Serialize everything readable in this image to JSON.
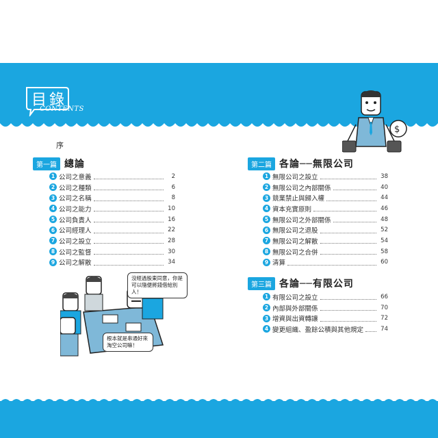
{
  "header": {
    "title": "目錄",
    "subtitle": "CONTENTS"
  },
  "preface": "序",
  "parts": [
    {
      "badge": "第一篇",
      "title": "總論",
      "items": [
        {
          "n": "1",
          "label": "公司之意義",
          "page": "2"
        },
        {
          "n": "2",
          "label": "公司之種類",
          "page": "6"
        },
        {
          "n": "3",
          "label": "公司之名稱",
          "page": "8"
        },
        {
          "n": "4",
          "label": "公司之能力",
          "page": "10"
        },
        {
          "n": "5",
          "label": "公司負責人",
          "page": "16"
        },
        {
          "n": "6",
          "label": "公司經理人",
          "page": "22"
        },
        {
          "n": "7",
          "label": "公司之設立",
          "page": "28"
        },
        {
          "n": "8",
          "label": "公司之監督",
          "page": "30"
        },
        {
          "n": "9",
          "label": "公司之解散",
          "page": "34"
        }
      ]
    },
    {
      "badge": "第二篇",
      "title": "各論──無限公司",
      "items": [
        {
          "n": "1",
          "label": "無限公司之設立",
          "page": "38"
        },
        {
          "n": "2",
          "label": "無限公司之內部關係",
          "page": "40"
        },
        {
          "n": "3",
          "label": "競業禁止與歸入權",
          "page": "44"
        },
        {
          "n": "4",
          "label": "資本充實原則",
          "page": "46"
        },
        {
          "n": "5",
          "label": "無限公司之外部關係",
          "page": "48"
        },
        {
          "n": "6",
          "label": "無限公司之退股",
          "page": "52"
        },
        {
          "n": "7",
          "label": "無限公司之解散",
          "page": "54"
        },
        {
          "n": "8",
          "label": "無限公司之合併",
          "page": "58"
        },
        {
          "n": "9",
          "label": "清算",
          "page": "60"
        }
      ]
    },
    {
      "badge": "第三篇",
      "title": "各論──有限公司",
      "items": [
        {
          "n": "1",
          "label": "有限公司之設立",
          "page": "66"
        },
        {
          "n": "2",
          "label": "內部與外部關係",
          "page": "70"
        },
        {
          "n": "3",
          "label": "增資與出資轉讓",
          "page": "72"
        },
        {
          "n": "4",
          "label": "變更組織、盈餘公積與其他規定",
          "page": "74"
        }
      ]
    }
  ],
  "bubbles": {
    "top": "沒經過股東同意，你是可以隨便將錢借給別人！",
    "bottom": "根本就是串通好來淘空公司嘛！"
  },
  "colors": {
    "accent": "#1ba6e0"
  }
}
